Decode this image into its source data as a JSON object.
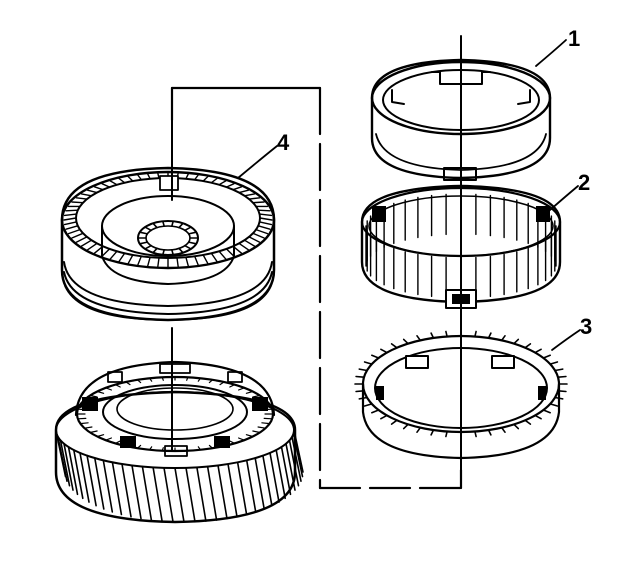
{
  "diagram": {
    "callouts": [
      {
        "id": "1",
        "label": "1"
      },
      {
        "id": "2",
        "label": "2"
      },
      {
        "id": "3",
        "label": "3"
      },
      {
        "id": "4",
        "label": "4"
      }
    ],
    "ink_color": "#000000",
    "background_color": "#ffffff"
  }
}
